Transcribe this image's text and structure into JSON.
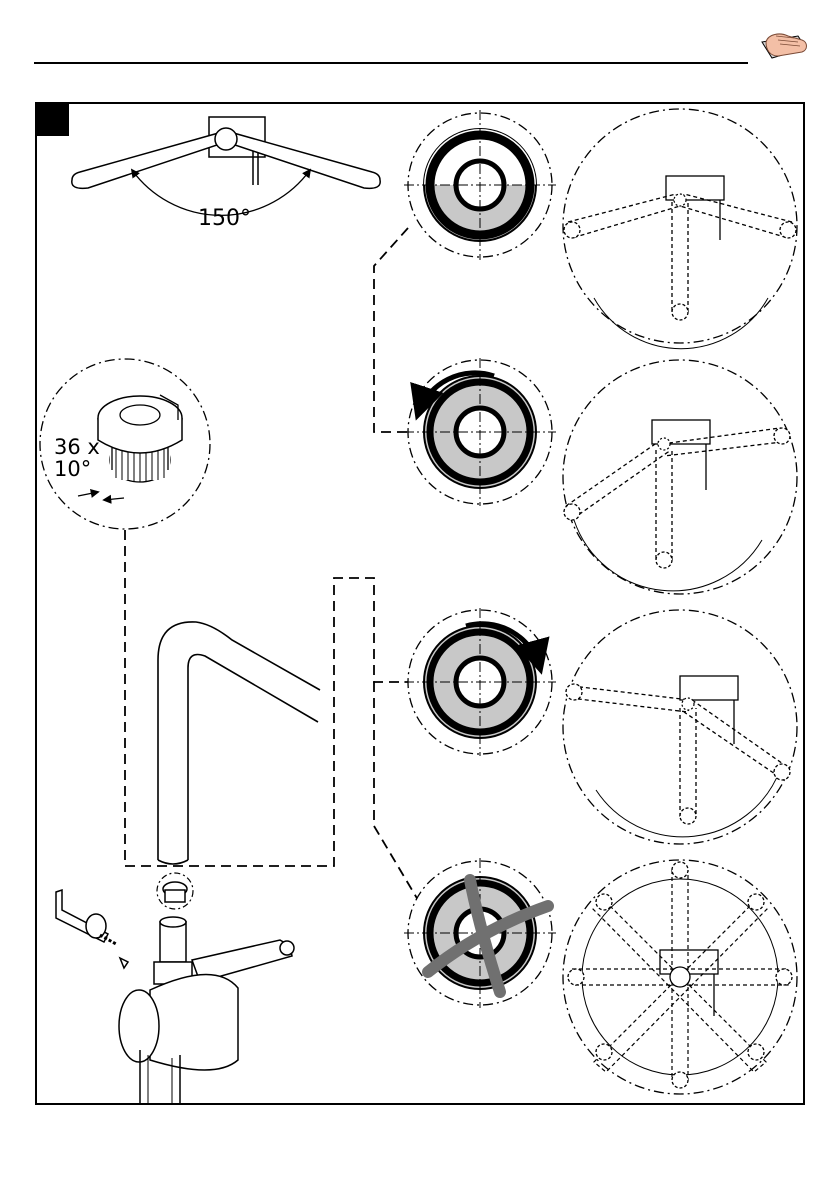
{
  "angle_label": "150°",
  "adjust_count": "36 x",
  "adjust_step": "10°",
  "colors": {
    "ring_fill": "#c8c8c8",
    "line": "#000000",
    "cross": "#707070"
  },
  "icons": [
    "hand-press-icon",
    "allen-key-icon"
  ]
}
